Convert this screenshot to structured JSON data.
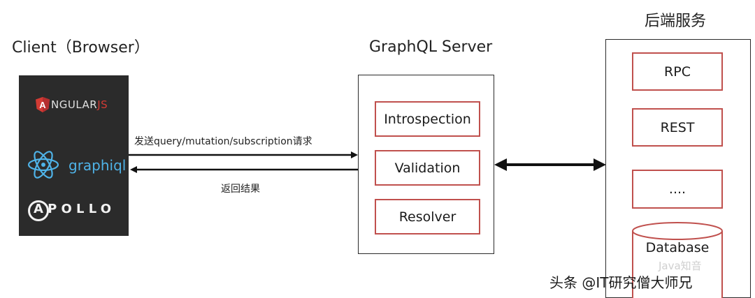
{
  "headings": {
    "client": "Client（Browser）",
    "server": "GraphQL Server",
    "backend": "后端服务"
  },
  "client_logos": {
    "angular_main": "NGULAR",
    "angular_accent": "JS",
    "angular_badge": "A",
    "graphiql": "graphiql",
    "apollo": "APOLLO"
  },
  "arrows": {
    "request_label": "发送query/mutation/subscription请求",
    "response_label": "返回结果"
  },
  "server": {
    "stages": [
      "Introspection",
      "Validation",
      "Resolver"
    ]
  },
  "backend": {
    "items": [
      "RPC",
      "REST",
      "....",
      "Database"
    ]
  },
  "watermark": {
    "main": "头条 @IT研究僧大师兄",
    "sub": "Java知音"
  },
  "colors": {
    "accent_red": "#c0504d",
    "panel_dark": "#2b2b2b",
    "angular_red": "#d23b34",
    "graphiql_blue": "#4fb3e8"
  }
}
